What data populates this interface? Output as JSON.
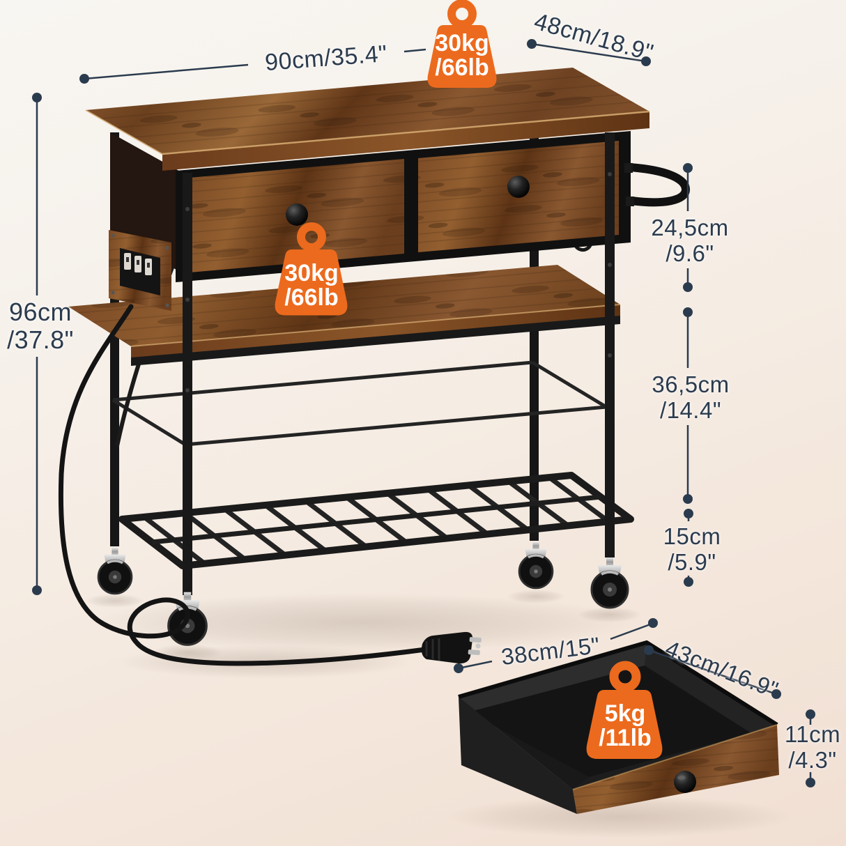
{
  "product": {
    "title": "kitchen-cart-dimension-diagram",
    "colors": {
      "accent_orange": "#ec6a1d",
      "dimension_text": "#2b3b4e",
      "wood_brown": "#7a4b26",
      "metal_black": "#1a1a1a",
      "background_top": "#f8f6f2",
      "background_bottom": "#f1dfd3"
    },
    "badges": {
      "top_load": "30kg\n/66lb",
      "shelf_load": "30kg\n/66lb",
      "drawer_load": "5kg\n/11lb"
    },
    "dimensions": {
      "width": "90cm/35.4\"",
      "depth": "48cm/18.9\"",
      "height": "96cm\n/37.8\"",
      "gap_top_shelf": "24,5cm\n/9.6\"",
      "gap_middle_shelf": "36,5cm\n/14.4\"",
      "gap_bottom_shelf": "15cm\n/5.9\"",
      "drawer_width": "38cm/15\"",
      "drawer_depth": "43cm/16.9\"",
      "drawer_height": "11cm\n/4.3\""
    },
    "features": {
      "hooks_count": 3,
      "outlets_count": 3,
      "drawers_count": 2
    }
  }
}
